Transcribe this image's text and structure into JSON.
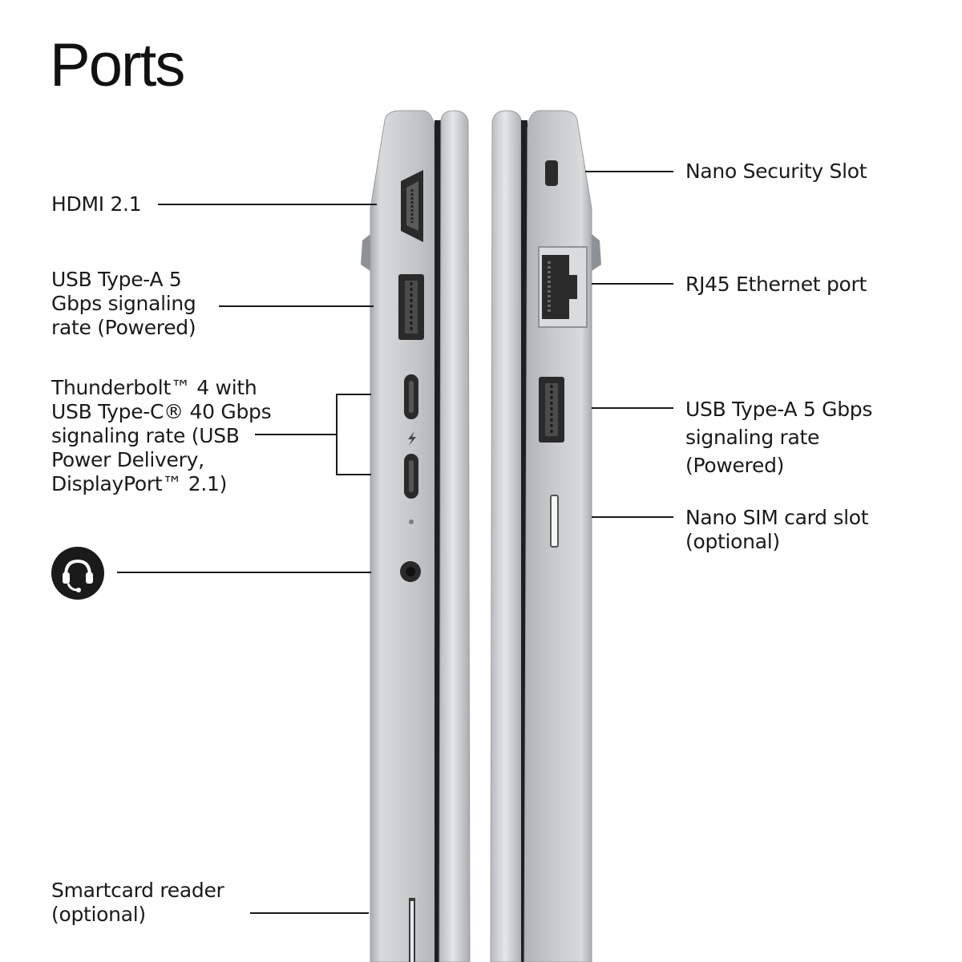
{
  "title": "Ports",
  "left_side": {
    "callouts": [
      {
        "id": "hdmi",
        "text": "HDMI 2.1"
      },
      {
        "id": "usb-a-left",
        "text": "USB Type-A 5\nGbps signaling\nrate (Powered)"
      },
      {
        "id": "thunderbolt",
        "text": "Thunderbolt™ 4 with\nUSB Type-C® 40 Gbps\nsignaling rate (USB\nPower Delivery,\nDisplayPort™ 2.1)"
      },
      {
        "id": "smartcard",
        "text": "Smartcard reader\n(optional)"
      }
    ],
    "headset_icon": "headset-icon"
  },
  "right_side": {
    "callouts": [
      {
        "id": "security",
        "text": "Nano Security Slot"
      },
      {
        "id": "rj45",
        "text": "RJ45 Ethernet port"
      },
      {
        "id": "usb-a-right",
        "text": "USB Type-A 5 Gbps\nsignaling rate\n(Powered)"
      },
      {
        "id": "sim",
        "text": "Nano SIM card slot\n(optional)"
      }
    ]
  },
  "colors": {
    "text": "#1a1a1a",
    "chassis": "#c9cbcd",
    "chassis_dark": "#9fa2a5",
    "port": "#2a2a2a"
  }
}
